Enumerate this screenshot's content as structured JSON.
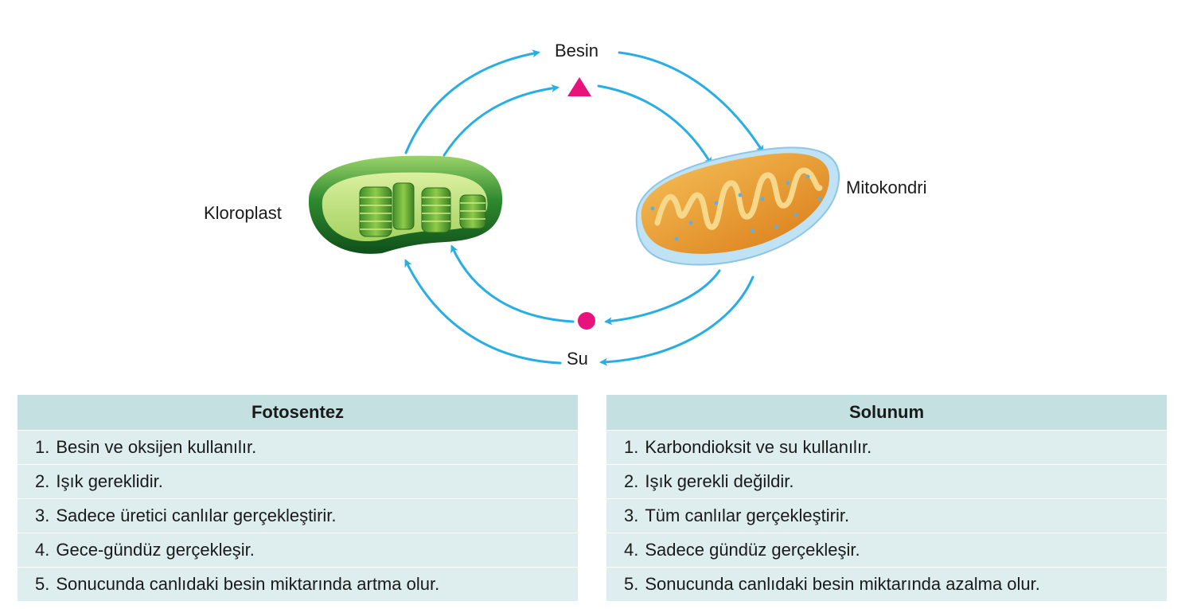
{
  "diagram": {
    "labels": {
      "food": "Besin",
      "water": "Su",
      "chloroplast": "Kloroplast",
      "mitochondria": "Mitokondri"
    },
    "symbols": {
      "triangle": "triangle-icon",
      "circle": "circle-icon"
    },
    "colors": {
      "arrow": "#29aee4",
      "symbol": "#e8127c",
      "chloroplast": "#2e8f2e",
      "mitochondria": "#e89a2a"
    }
  },
  "table": {
    "left": {
      "title": "Fotosentez",
      "items": [
        {
          "num": "1.",
          "text": "Besin ve oksijen kullanılır."
        },
        {
          "num": "2.",
          "text": "Işık gereklidir."
        },
        {
          "num": "3.",
          "text": "Sadece üretici canlılar gerçekleştirir."
        },
        {
          "num": "4.",
          "text": "Gece-gündüz gerçekleşir."
        },
        {
          "num": "5.",
          "text": "Sonucunda canlıdaki besin miktarında artma olur."
        }
      ]
    },
    "right": {
      "title": "Solunum",
      "items": [
        {
          "num": "1.",
          "text": "Karbondioksit ve su kullanılır."
        },
        {
          "num": "2.",
          "text": "Işık gerekli değildir."
        },
        {
          "num": "3.",
          "text": "Tüm canlılar gerçekleştirir."
        },
        {
          "num": "4.",
          "text": "Sadece gündüz gerçekleşir."
        },
        {
          "num": "5.",
          "text": "Sonucunda canlıdaki besin miktarında azalma olur."
        }
      ]
    },
    "colors": {
      "header": "#c4e0e0",
      "body": "#deeeee"
    }
  }
}
